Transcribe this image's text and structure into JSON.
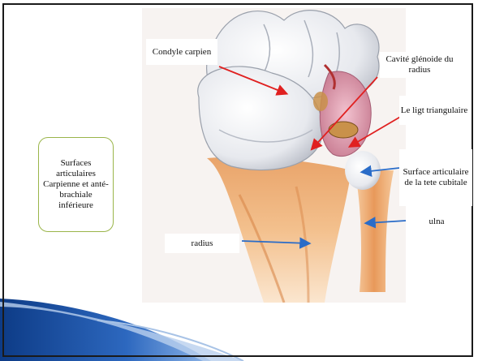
{
  "slide": {
    "side_box": "Surfaces articulaires Carpienne et anté-brachiale inférieure",
    "labels": {
      "condyle": "Condyle carpien",
      "cavite": "Cavité glénoide du radius",
      "ligament": "Le ligt triangulaire",
      "surface": "Surface articulaire de la tete cubitale",
      "ulna": "ulna",
      "radius": "radius"
    }
  },
  "colors": {
    "red_arrow": "#e02020",
    "blue_arrow": "#2a6cc8",
    "swoosh_dark": "#1f4f9a",
    "swoosh_light": "#6f9edb",
    "box_border": "#9ab54a"
  }
}
